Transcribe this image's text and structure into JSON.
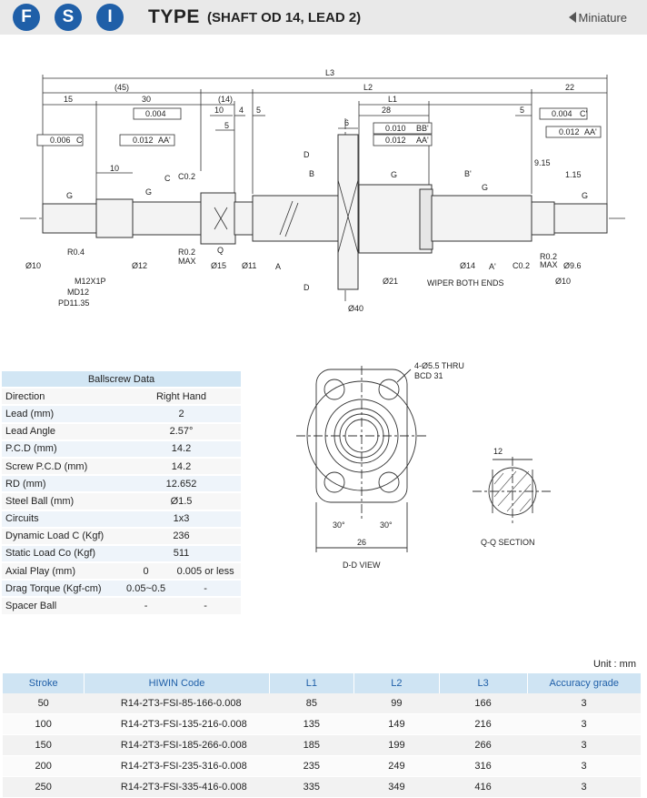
{
  "header": {
    "badges": [
      "F",
      "S",
      "I"
    ],
    "title": "TYPE",
    "subtitle": "(SHAFT OD 14, LEAD 2)",
    "nav_label": "Miniature"
  },
  "drawing": {
    "dims": {
      "l3": "L3",
      "d45": "(45)",
      "l2": "L2",
      "d22": "22",
      "d15": "15",
      "d30": "30",
      "d14p": "(14)",
      "l1": "L1",
      "d10a": "10",
      "d4": "4",
      "d5a": "5",
      "d28": "28",
      "d5b": "5",
      "d6": "6",
      "d5c": "5",
      "d10b": "10",
      "d915": "9.15",
      "d115": "1.15"
    },
    "tolerances": {
      "circ": "0.006",
      "flat1": "0.004",
      "runout1": "0.012",
      "runout2": "0.010",
      "runout3": "0.012",
      "flat2": "0.004",
      "runout4": "0.012"
    },
    "refs": {
      "c": "C",
      "aa": "AA'",
      "bb": "BB'",
      "c2": "C'",
      "a": "A",
      "b": "B",
      "b2": "B'",
      "a2": "A'",
      "q": "Q",
      "d": "D",
      "g": "G"
    },
    "labels": {
      "c02a": "C0.2",
      "c02b": "C0.2",
      "r04": "R0.4",
      "r02max": "R0.2",
      "max": "MAX",
      "r02max2": "R0.2",
      "max2": "MAX",
      "dia10": "Ø10",
      "dia12": "Ø12",
      "m12": "M12X1P",
      "md12": "MD12",
      "pd": "PD11.35",
      "dia15": "Ø15",
      "dia11": "Ø11",
      "dia21": "Ø21",
      "wiper": "WIPER BOTH ENDS",
      "dia14": "Ø14",
      "dia96": "Ø9.6",
      "dia10b": "Ø10",
      "dia40": "Ø40",
      "thru": "4-Ø5.5 THRU",
      "bcd": "BCD 31",
      "a30a": "30°",
      "a30b": "30°",
      "d26": "26",
      "dd_view": "D-D VIEW",
      "d12": "12",
      "qq": "Q-Q SECTION"
    }
  },
  "ballscrew": {
    "title": "Ballscrew Data",
    "rows": [
      {
        "label": "Direction",
        "value": "Right Hand"
      },
      {
        "label": "Lead (mm)",
        "value": "2"
      },
      {
        "label": "Lead Angle",
        "value": "2.57°"
      },
      {
        "label": "P.C.D (mm)",
        "value": "14.2"
      },
      {
        "label": "Screw P.C.D (mm)",
        "value": "14.2"
      },
      {
        "label": "RD (mm)",
        "value": "12.652"
      },
      {
        "label": "Steel Ball (mm)",
        "value": "Ø1.5"
      },
      {
        "label": "Circuits",
        "value": "1x3"
      },
      {
        "label": "Dynamic Load C (Kgf)",
        "value": "236"
      },
      {
        "label": "Static Load Co (Kgf)",
        "value": "511"
      }
    ],
    "split_rows": [
      {
        "label": "Axial Play (mm)",
        "a": "0",
        "b": "0.005 or less"
      },
      {
        "label": "Drag Torque (Kgf-cm)",
        "a": "0.05~0.5",
        "b": "-"
      },
      {
        "label": "Spacer Ball",
        "a": "-",
        "b": "-"
      }
    ]
  },
  "order": {
    "unit": "Unit : mm",
    "headers": [
      "Stroke",
      "HIWIN Code",
      "L1",
      "L2",
      "L3",
      "Accuracy grade"
    ],
    "rows": [
      [
        "50",
        "R14-2T3-FSI-85-166-0.008",
        "85",
        "99",
        "166",
        "3"
      ],
      [
        "100",
        "R14-2T3-FSI-135-216-0.008",
        "135",
        "149",
        "216",
        "3"
      ],
      [
        "150",
        "R14-2T3-FSI-185-266-0.008",
        "185",
        "199",
        "266",
        "3"
      ],
      [
        "200",
        "R14-2T3-FSI-235-316-0.008",
        "235",
        "249",
        "316",
        "3"
      ],
      [
        "250",
        "R14-2T3-FSI-335-416-0.008",
        "335",
        "349",
        "416",
        "3"
      ]
    ]
  }
}
